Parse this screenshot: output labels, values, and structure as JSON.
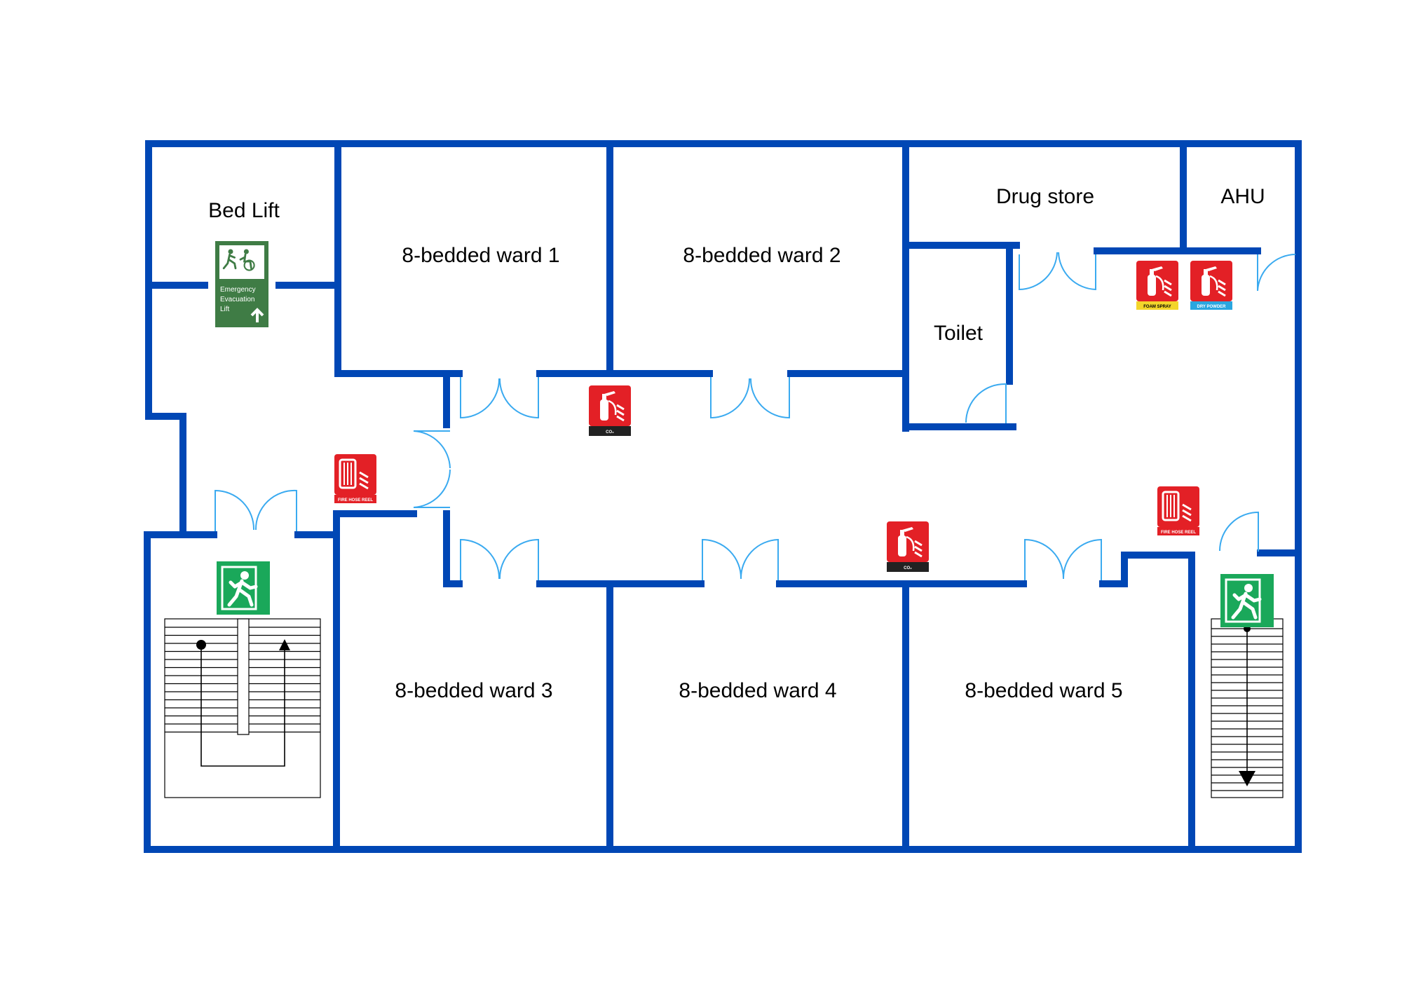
{
  "colors": {
    "wall": "#0047b5",
    "door": "#3aaaf0",
    "fire_sign": "#e32026",
    "exit_sign": "#1aa85a",
    "lift_sign": "#3f7c45",
    "co2_tag": "#222222",
    "foam_tag": "#f3d52b",
    "powder_tag": "#2aa6e0"
  },
  "rooms": {
    "bed_lift": "Bed Lift",
    "ward_1": "8-bedded ward 1",
    "ward_2": "8-bedded ward 2",
    "drug_store": "Drug store",
    "ahu": "AHU",
    "toilet": "Toilet",
    "ward_3": "8-bedded ward 3",
    "ward_4": "8-bedded ward 4",
    "ward_5": "8-bedded ward 5"
  },
  "signs": {
    "evacuation_lift": {
      "icon": "evacuation-lift-icon",
      "lines": [
        "Emergency",
        "Evacuation",
        "Lift"
      ]
    },
    "co2_extinguisher": {
      "icon": "fire-extinguisher-icon",
      "tag": "CO₂"
    },
    "foam_extinguisher": {
      "icon": "fire-extinguisher-icon",
      "tag": "FOAM SPRAY"
    },
    "powder_extinguisher": {
      "icon": "fire-extinguisher-icon",
      "tag": "DRY POWDER"
    },
    "hose_reel": {
      "icon": "fire-hose-reel-icon",
      "tag": "FIRE HOSE REEL"
    },
    "exit": {
      "icon": "running-man-exit-icon"
    }
  }
}
